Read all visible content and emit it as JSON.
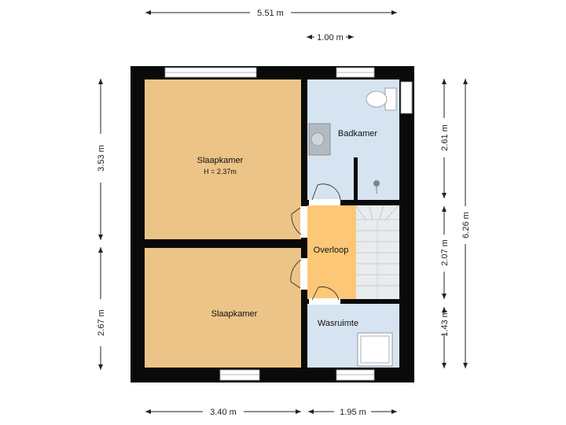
{
  "dimensions": {
    "total_width": "5.51 m",
    "stair_width": "1.00 m",
    "left_upper_height": "3.53 m",
    "left_lower_height": "2.67 m",
    "right_top_height": "2.61 m",
    "right_mid_height": "2.07 m",
    "right_bottom_height": "1.43 m",
    "total_height": "6.26 m",
    "left_width": "3.40 m",
    "right_width": "1.95 m"
  },
  "rooms": {
    "slaapkamer_top": {
      "name": "Slaapkamer",
      "height_note": "H = 2.37m"
    },
    "slaapkamer_bottom": {
      "name": "Slaapkamer"
    },
    "badkamer": {
      "name": "Badkamer"
    },
    "overloop": {
      "name": "Overloop"
    },
    "wasruimte": {
      "name": "Wasruimte"
    }
  },
  "colors": {
    "wall": "#0a0a0a",
    "bedroom_floor": "#ecc487",
    "landing_floor": "#fcc877",
    "wet_room_floor": "#d6e4f1",
    "stairs": "#e9ecef",
    "window": "#ffffff"
  }
}
